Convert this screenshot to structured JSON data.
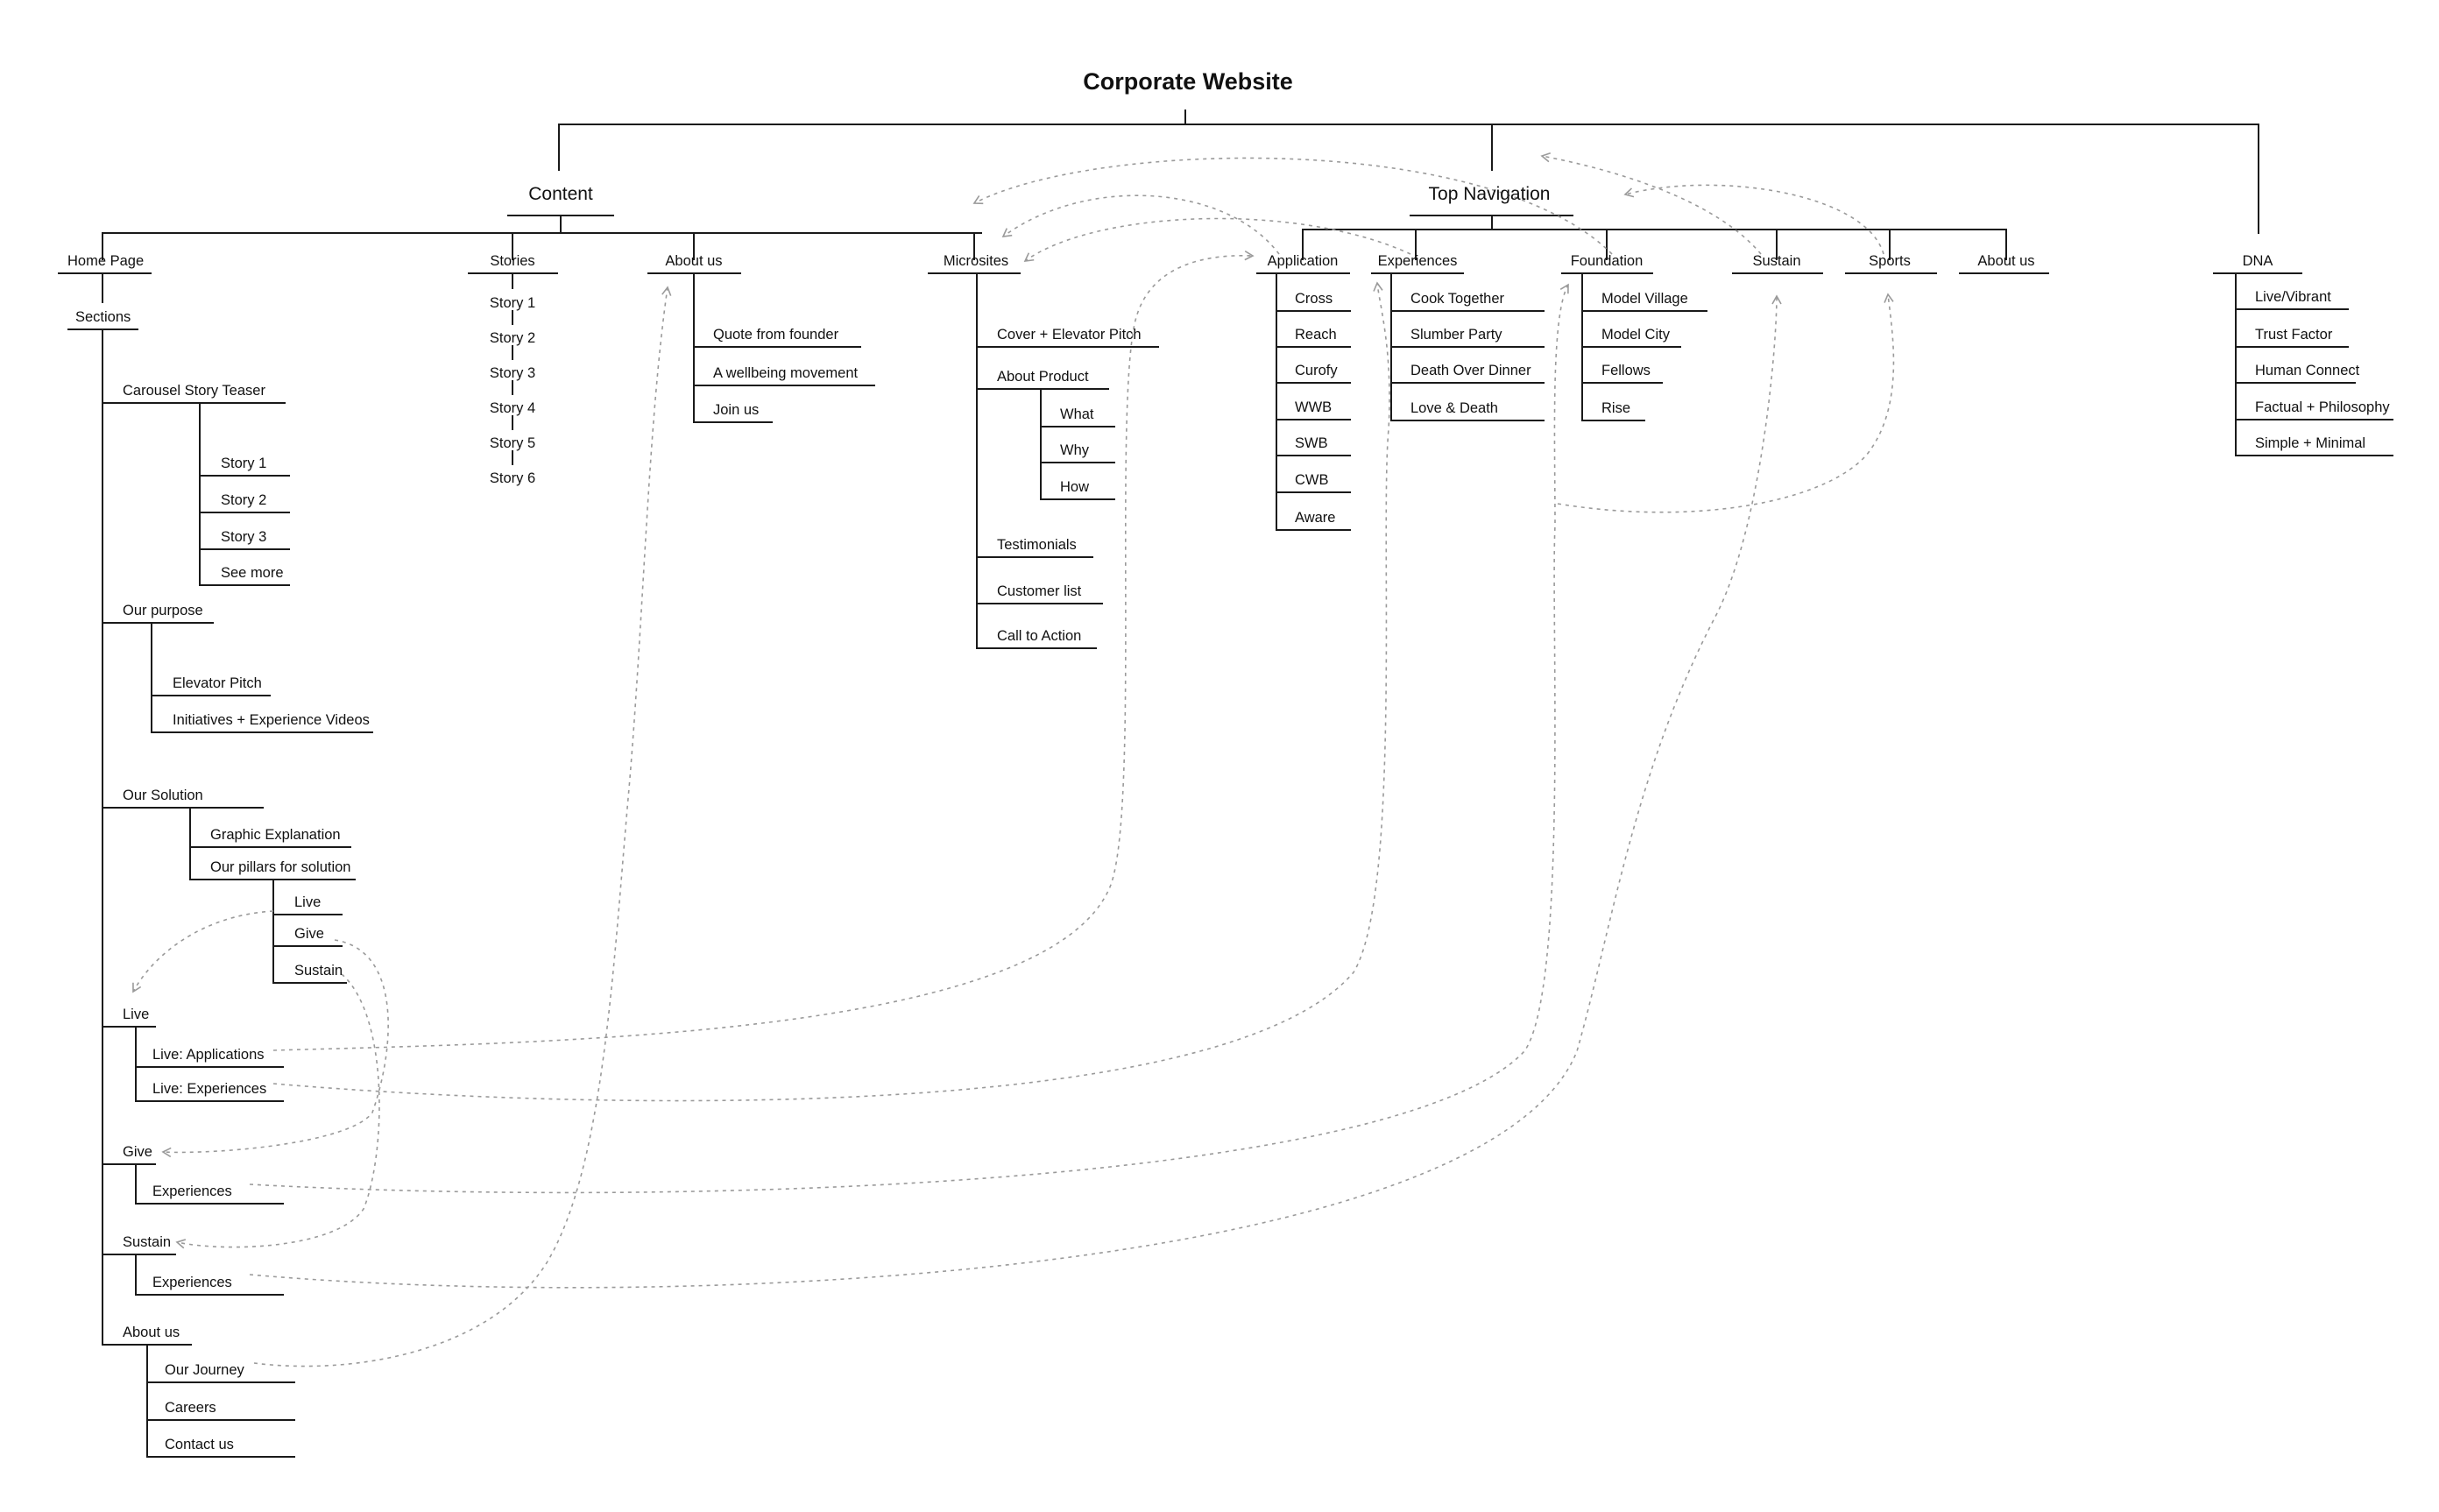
{
  "title": "Corporate Website",
  "branches": {
    "content": "Content",
    "top_navigation": "Top Navigation"
  },
  "content": {
    "home_page": "Home Page",
    "sections": "Sections",
    "carousel": "Carousel Story Teaser",
    "carousel_items": [
      "Story 1",
      "Story 2",
      "Story 3",
      "See more"
    ],
    "our_purpose": "Our purpose",
    "purpose_items": [
      "Elevator Pitch",
      "Initiatives + Experience Videos"
    ],
    "our_solution": "Our Solution",
    "solution_items": [
      "Graphic Explanation",
      "Our pillars for solution"
    ],
    "pillars": [
      "Live",
      "Give",
      "Sustain"
    ],
    "live": "Live",
    "live_items": [
      "Live: Applications",
      "Live: Experiences"
    ],
    "give": "Give",
    "give_items": [
      "Experiences"
    ],
    "sustain": "Sustain",
    "sustain_items": [
      "Experiences"
    ],
    "about_us": "About us",
    "about_items": [
      "Our Journey",
      "Careers",
      "Contact us"
    ],
    "stories": "Stories",
    "stories_items": [
      "Story 1",
      "Story 2",
      "Story 3",
      "Story 4",
      "Story 5",
      "Story 6"
    ],
    "about_us_page": "About us",
    "about_page_items": [
      "Quote from founder",
      "A wellbeing movement",
      "Join us"
    ],
    "microsites": "Microsites",
    "microsite_items": [
      "Cover + Elevator Pitch",
      "About Product",
      "Testimonials",
      "Customer list",
      "Call to Action"
    ],
    "about_product_items": [
      "What",
      "Why",
      "How"
    ]
  },
  "top_nav": {
    "application": "Application",
    "application_items": [
      "Cross",
      "Reach",
      "Curofy",
      "WWB",
      "SWB",
      "CWB",
      "Aware"
    ],
    "experiences": "Experiences",
    "experiences_items": [
      "Cook Together",
      "Slumber Party",
      "Death Over Dinner",
      "Love & Death"
    ],
    "foundation": "Foundation",
    "foundation_items": [
      "Model Village",
      "Model City",
      "Fellows",
      "Rise"
    ],
    "sustain": "Sustain",
    "sports": "Sports",
    "about_us": "About us"
  },
  "dna": {
    "label": "DNA",
    "items": [
      "Live/Vibrant",
      "Trust Factor",
      "Human Connect",
      "Factual + Philosophy",
      "Simple + Minimal"
    ]
  }
}
